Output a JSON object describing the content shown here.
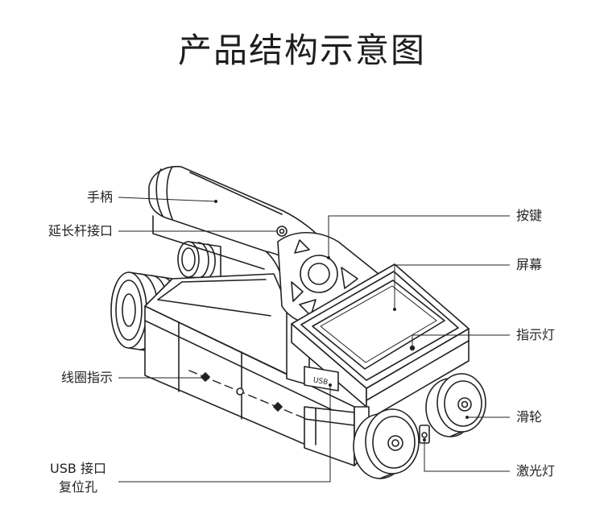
{
  "title": "产品结构示意图",
  "labels": {
    "handle": "手柄",
    "extension_port": "延长杆接口",
    "coil_indicator": "线圈指示",
    "usb_port": "USB 接口",
    "reset_hole": "复位孔",
    "buttons": "按键",
    "screen": "屏幕",
    "indicator_light": "指示灯",
    "wheel": "滑轮",
    "laser": "激光灯"
  },
  "device": {
    "usb_port_label": "USB"
  },
  "colors": {
    "line": "#222222",
    "background": "#ffffff"
  }
}
